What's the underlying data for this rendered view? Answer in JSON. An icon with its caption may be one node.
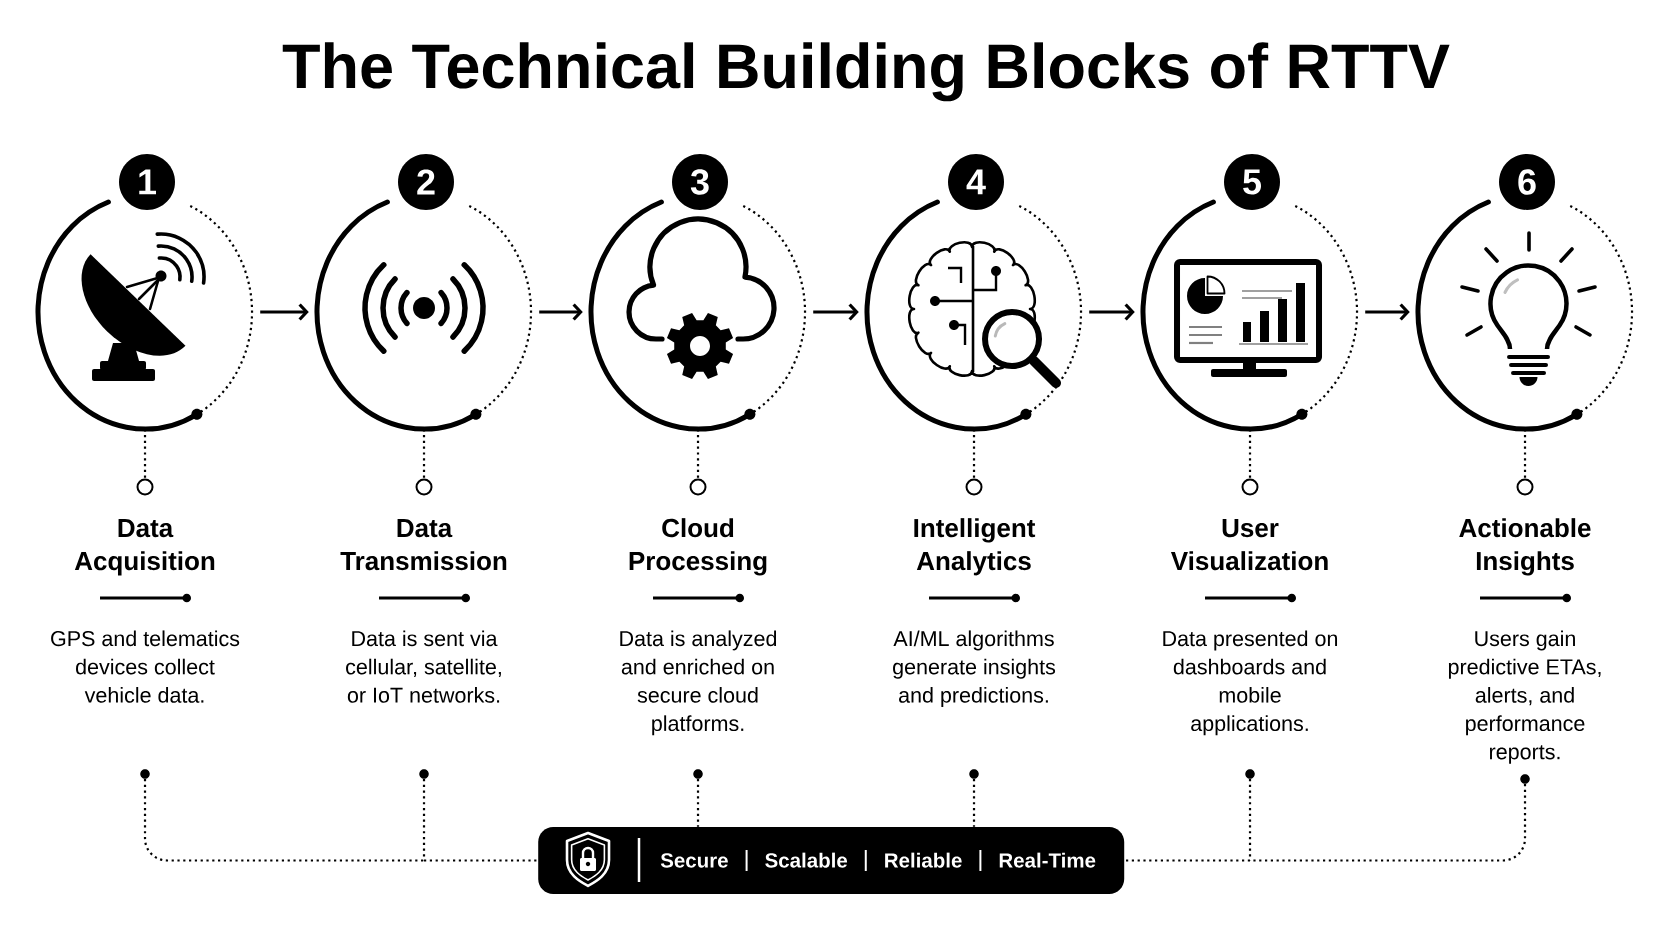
{
  "diagram": {
    "title": "The Technical Building Blocks of RTTV",
    "nodes": [
      {
        "text": [
          "1"
        ]
      },
      {
        "text": [],
        "shape": "circle"
      },
      {
        "text": [],
        "shape": "circle"
      },
      {
        "text": [
          "Data Acquisition",
          "GPS and telematics devices collect vehicle data."
        ]
      },
      {
        "text": [],
        "shape": "circle"
      },
      {
        "text": [
          "2"
        ]
      },
      {
        "text": [],
        "shape": "circle"
      },
      {
        "text": [],
        "shape": "circle"
      },
      {
        "text": [
          "Data Transmission",
          "Data is sent via cellular, satellite, or IoT networks."
        ]
      },
      {
        "text": [],
        "shape": "circle"
      },
      {
        "text": [
          "3"
        ]
      },
      {
        "text": [],
        "shape": "circle"
      },
      {
        "text": [],
        "shape": "circle"
      },
      {
        "text": [
          "Cloud Processing",
          "Data is analyzed and enriched on secure cloud platforms."
        ]
      },
      {
        "text": [],
        "shape": "circle"
      },
      {
        "text": [
          "4"
        ]
      },
      {
        "text": [],
        "shape": "circle"
      },
      {
        "text": [],
        "shape": "circle"
      },
      {
        "text": [
          "Intelligent Analytics",
          "AI/ML algorithms generate insights and predictions."
        ]
      },
      {
        "text": [],
        "shape": "circle"
      },
      {
        "text": [
          "5"
        ]
      },
      {
        "text": [],
        "shape": "circle"
      },
      {
        "text": [],
        "shape": "circle"
      },
      {
        "text": [
          "User Visualization",
          "Data presented on dashboards and mobile applications."
        ]
      },
      {
        "text": [],
        "shape": "circle"
      },
      {
        "text": [
          "6"
        ]
      },
      {
        "text": [],
        "shape": "circle"
      },
      {
        "text": [],
        "shape": "circle"
      },
      {
        "text": [
          "Actionable Insights",
          "Users gain predictive ETAs, alerts, and performance reports."
        ]
      },
      {
        "text": [],
        "shape": "circle"
      },
      {
        "text": [
          "Secure",
          "Scalable",
          "Reliable",
          "Real-Time"
        ]
      }
    ],
    "edges": [
      {
        "from": 1,
        "to": 6,
        "arrow": "to"
      },
      {
        "from": 6,
        "to": 11,
        "arrow": "to"
      },
      {
        "from": 11,
        "to": 16,
        "arrow": "to"
      },
      {
        "from": 16,
        "to": 21,
        "arrow": "to"
      },
      {
        "from": 21,
        "to": 26,
        "arrow": "to"
      },
      {
        "from": 1,
        "to": 2,
        "arrow": "none",
        "style": "dashed"
      },
      {
        "from": 6,
        "to": 7,
        "arrow": "none",
        "style": "dashed"
      },
      {
        "from": 11,
        "to": 12,
        "arrow": "none",
        "style": "dashed"
      },
      {
        "from": 16,
        "to": 17,
        "arrow": "none",
        "style": "dashed"
      },
      {
        "from": 21,
        "to": 22,
        "arrow": "none",
        "style": "dashed"
      },
      {
        "from": 26,
        "to": 27,
        "arrow": "none",
        "style": "dashed"
      },
      {
        "from": 4,
        "to": 30,
        "arrow": "none",
        "style": "dashed"
      },
      {
        "from": 9,
        "to": 30,
        "arrow": "none",
        "style": "dashed"
      },
      {
        "from": 14,
        "to": 30,
        "arrow": "none",
        "style": "dashed"
      },
      {
        "from": 19,
        "to": 30,
        "arrow": "none",
        "style": "dashed"
      },
      {
        "from": 24,
        "to": 30,
        "arrow": "none",
        "style": "dashed"
      },
      {
        "from": 29,
        "to": 30,
        "arrow": "none",
        "style": "dashed"
      }
    ]
  }
}
